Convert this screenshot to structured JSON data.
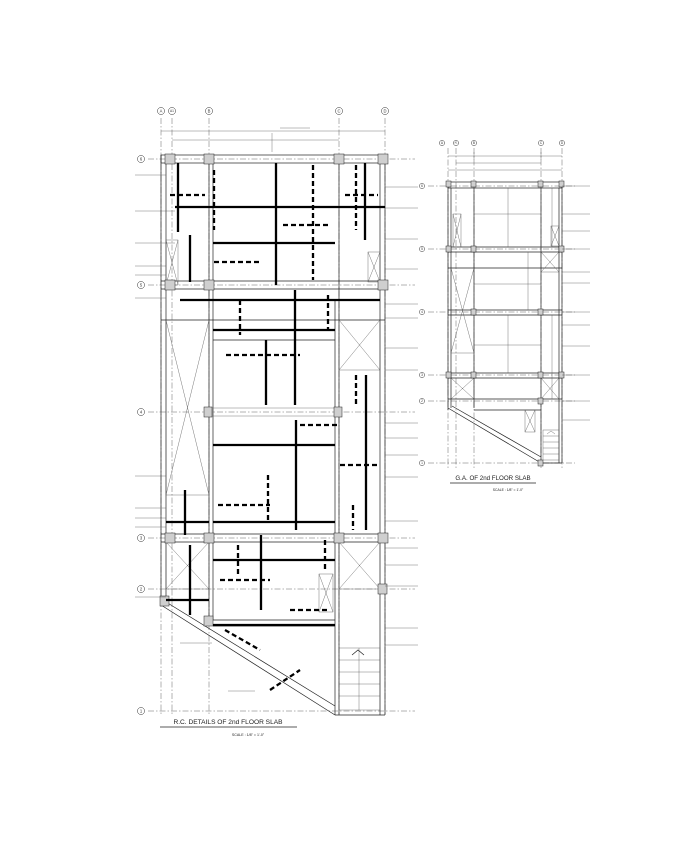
{
  "drawings": {
    "rc_details": {
      "title": "R.C. DETAILS OF 2nd FLOOR SLAB",
      "scale": "SCALE : 1/8\" = 1'-0\""
    },
    "ga": {
      "title": "G.A. OF 2nd FLOOR SLAB",
      "scale": "SCALE : 1/8\" = 1'-0\""
    }
  },
  "grid": {
    "columns": [
      "A",
      "A1",
      "B",
      "C",
      "D"
    ],
    "rows": [
      "6",
      "5",
      "4",
      "3",
      "2",
      "1"
    ]
  }
}
